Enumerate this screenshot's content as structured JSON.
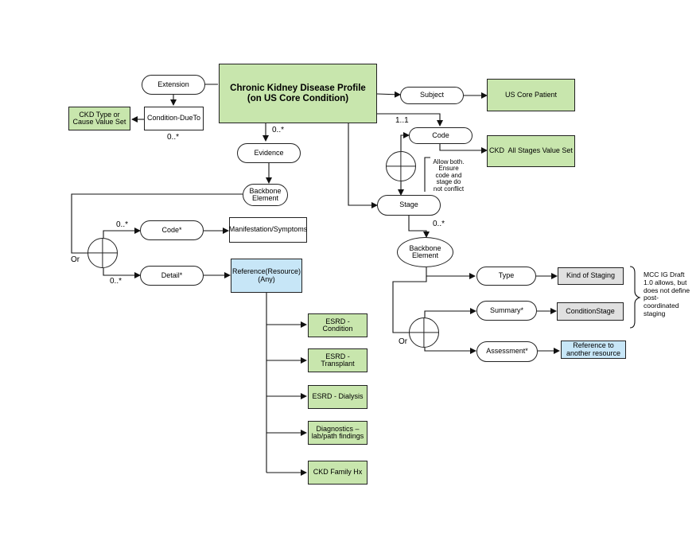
{
  "diagram": {
    "main_profile": "Chronic Kidney Disease Profile\n(on US Core Condition)",
    "extension": "Extension",
    "condition_due_to": "Condition-DueTo",
    "ckd_type_value_set": "CKD Type or\nCause Value Set",
    "subject": "Subject",
    "us_core_patient": "US Core Patient",
    "code": "Code",
    "ckd_all_stages_value_set": "CKD  All Stages Value Set",
    "evidence": "Evidence",
    "backbone_element_evidence": "Backbone\nElement",
    "code_star": "Code*",
    "manifestation_symptoms": "Manifestation/Symptoms",
    "detail_star": "Detail*",
    "reference_resource_any": "Reference(Resource)\n(Any)",
    "esrd_condition": "ESRD -\nCondition",
    "esrd_transplant": "ESRD -\nTransplant",
    "esrd_dialysis": "ESRD - Dialysis",
    "diagnostics": "Diagnostics –\nlab/path findings",
    "ckd_family_hx": "CKD Family Hx",
    "stage": "Stage",
    "backbone_element_stage": "Backbone\nElement",
    "type": "Type",
    "kind_of_staging": "Kind of Staging",
    "summary_star": "Summary*",
    "condition_stage": "ConditionStage",
    "assessment_star": "Assessment*",
    "reference_to_another_resource": "Reference to\nanother resource",
    "allow_both_note": "Allow both.\nEnsure\ncode and\nstage do\nnot conflict",
    "mcc_note": "MCC IG Draft\n1.0 allows, but\ndoes not define\npost-\ncoordinated\nstaging",
    "card_extension_0n": "0..*",
    "card_evidence_0n": "0..*",
    "card_code_11": "1..1",
    "card_code_star_0n": "0..*",
    "card_detail_0n": "0..*",
    "card_stage_0n": "0..*",
    "or_left": "Or",
    "or_right": "Or"
  }
}
